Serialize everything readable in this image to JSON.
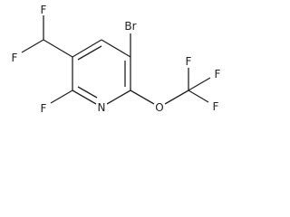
{
  "molecule": {
    "atoms": {
      "f_top": "F",
      "f_left": "F",
      "br": "Br",
      "f_ring": "F",
      "n_ring": "N",
      "o_ether": "O",
      "f_cf3_top": "F",
      "f_cf3_right": "F",
      "f_cf3_bottom": "F"
    }
  }
}
